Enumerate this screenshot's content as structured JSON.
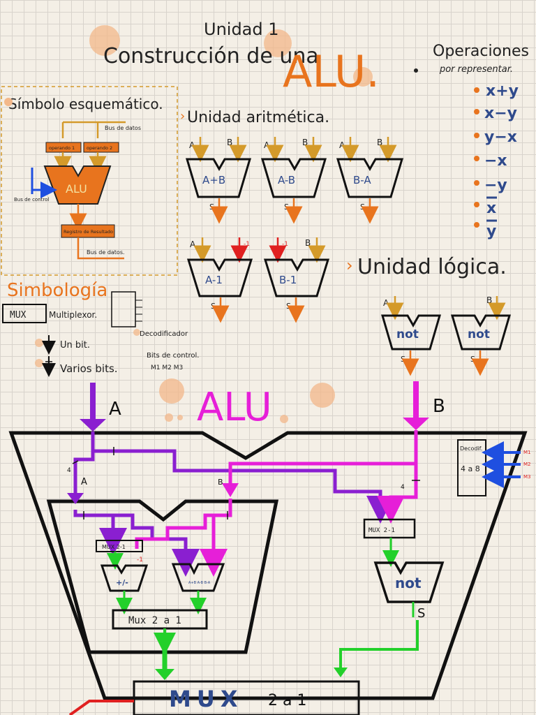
{
  "header": {
    "unit": "Unidad 1",
    "title_prefix": "Construcción de una",
    "title_main": "ALU."
  },
  "operations": {
    "title": "Operaciones",
    "subtitle": "por representar.",
    "items": [
      "x+y",
      "x−y",
      "y−x",
      "−x",
      "−y",
      "x",
      "y"
    ]
  },
  "schematic": {
    "title": "Símbolo esquemático.",
    "bus_in": "Bus de datos",
    "op1": "operando 1",
    "op2": "operando 2",
    "alu": "ALU",
    "control": "Bus de control",
    "register": "Registro de Resultado",
    "bus_out": "Bus de datos."
  },
  "arith": {
    "title": "Unidad aritmética.",
    "units": [
      "A+B",
      "A-B",
      "B-A",
      "A-1",
      "B-1"
    ],
    "in_a": "A",
    "in_b": "B",
    "out_s": "S",
    "minus_one": "-1"
  },
  "logic": {
    "title": "Unidad lógica.",
    "units": [
      "not",
      "not"
    ],
    "in_a": "A",
    "in_b": "B",
    "out_s": "S"
  },
  "symbols": {
    "title": "Simbología",
    "mux": "MUX",
    "mux_desc": "Multiplexor.",
    "decoder_desc": "Decodificador",
    "one_bit": "Un bit.",
    "many_bits": "Varios bits.",
    "control_bits": "Bits de control.",
    "control_names": "M1 M2 M3"
  },
  "big": {
    "title": "ALU",
    "in_a": "A",
    "in_b": "B",
    "decoder_title": "Decodif.",
    "decoder_size": "4 a 8",
    "m1": "M1",
    "m2": "M2",
    "m3": "M3",
    "bus_width": "4",
    "inner_a": "A",
    "inner_b": "B",
    "mux_inner_small": "MUX 2-1",
    "mux_logic": "MUX 2-1",
    "pm": "+/-",
    "minus_one": "-1",
    "adder_ops": "A+B A-B B-A",
    "mux_arith": "Mux 2 a 1",
    "not": "not",
    "out_s": "S",
    "mux_final_word": "MUX",
    "mux_final_size": "2 a 1"
  },
  "colors": {
    "orange": "#e8741e",
    "gold": "#d49a2a",
    "navy": "#2f4a8c",
    "purple": "#8a1fd0",
    "magenta": "#e61fd8",
    "green": "#23d02a",
    "red": "#e02020",
    "blob": "#f3b88a"
  }
}
